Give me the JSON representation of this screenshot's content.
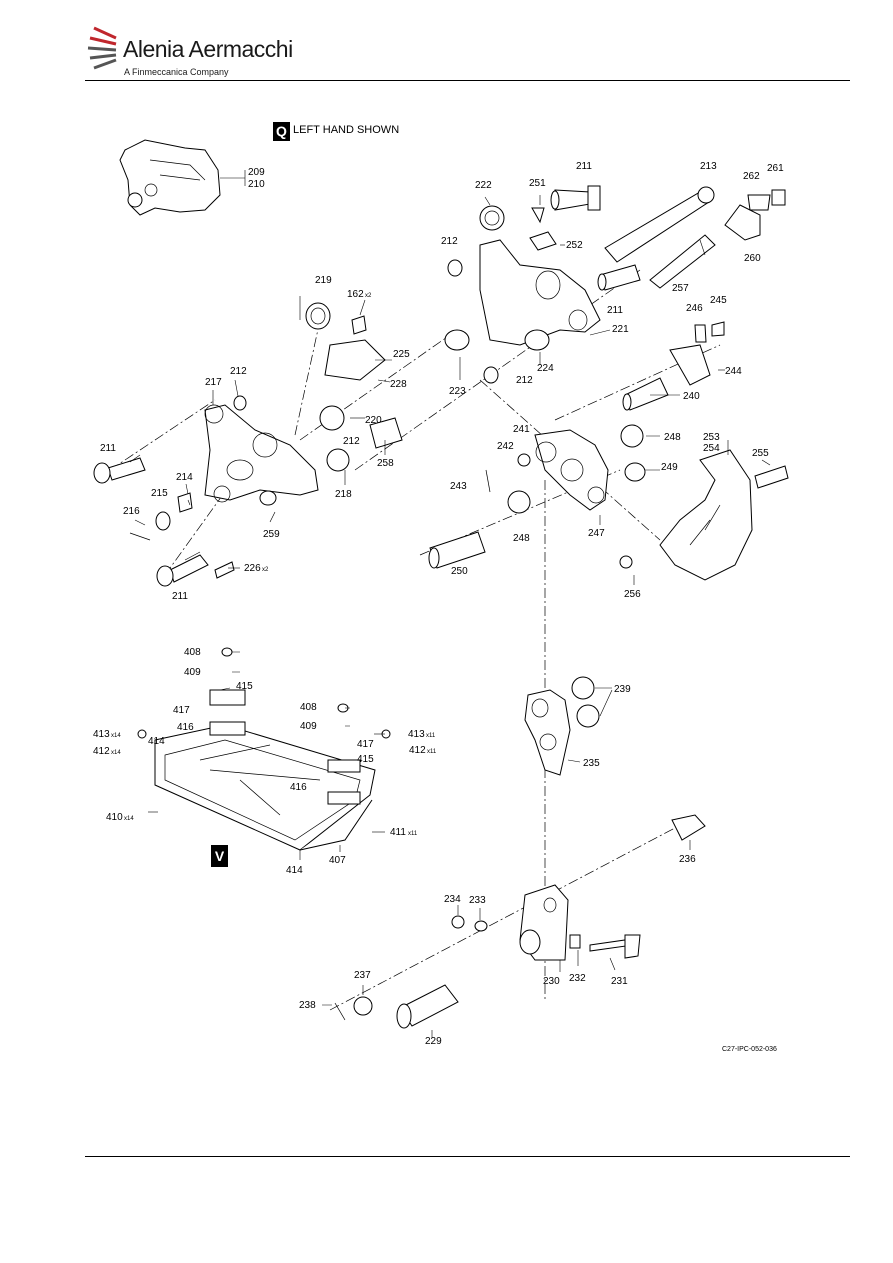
{
  "header": {
    "brand_name": "Alenia Aermacchi",
    "brand_tagline": "A Finmeccanica Company"
  },
  "figure": {
    "view_q_letter": "Q",
    "view_q_note": "LEFT HAND SHOWN",
    "view_v_letter": "V",
    "reference": "C27-IPC-052-036",
    "labels": {
      "l209": "209",
      "l210": "210",
      "l211a": "211",
      "l211b": "211",
      "l211c": "211",
      "l211d": "211",
      "l212a": "212",
      "l212b": "212",
      "l212c": "212",
      "l212d": "212",
      "l213": "213",
      "l214": "214",
      "l215": "215",
      "l216": "216",
      "l217": "217",
      "l218": "218",
      "l219": "219",
      "l220": "220",
      "l221": "221",
      "l222": "222",
      "l223": "223",
      "l224": "224",
      "l225": "225",
      "l226": "226",
      "l228": "228",
      "l229": "229",
      "l230": "230",
      "l231": "231",
      "l232": "232",
      "l233": "233",
      "l234": "234",
      "l235": "235",
      "l236": "236",
      "l237": "237",
      "l238": "238",
      "l239": "239",
      "l240": "240",
      "l241": "241",
      "l242": "242",
      "l243": "243",
      "l244": "244",
      "l245": "245",
      "l246": "246",
      "l247": "247",
      "l248a": "248",
      "l248b": "248",
      "l249": "249",
      "l250": "250",
      "l251": "251",
      "l252": "252",
      "l253": "253",
      "l254": "254",
      "l255": "255",
      "l256": "256",
      "l257": "257",
      "l258": "258",
      "l259": "259",
      "l260": "260",
      "l261": "261",
      "l262": "262",
      "l162": "162",
      "l407": "407",
      "l408a": "408",
      "l408b": "408",
      "l409a": "409",
      "l409b": "409",
      "l410": "410",
      "l411": "411",
      "l412a": "412",
      "l412b": "412",
      "l413a": "413",
      "l413b": "413",
      "l414a": "414",
      "l414b": "414",
      "l415a": "415",
      "l415b": "415",
      "l416a": "416",
      "l416b": "416",
      "l417a": "417",
      "l417b": "417"
    },
    "quantities": {
      "q162": "x2",
      "q226": "x2",
      "q410": "x14",
      "q411": "x11",
      "q412a": "x14",
      "q412b": "x11",
      "q413a": "x14",
      "q413b": "x11"
    }
  }
}
